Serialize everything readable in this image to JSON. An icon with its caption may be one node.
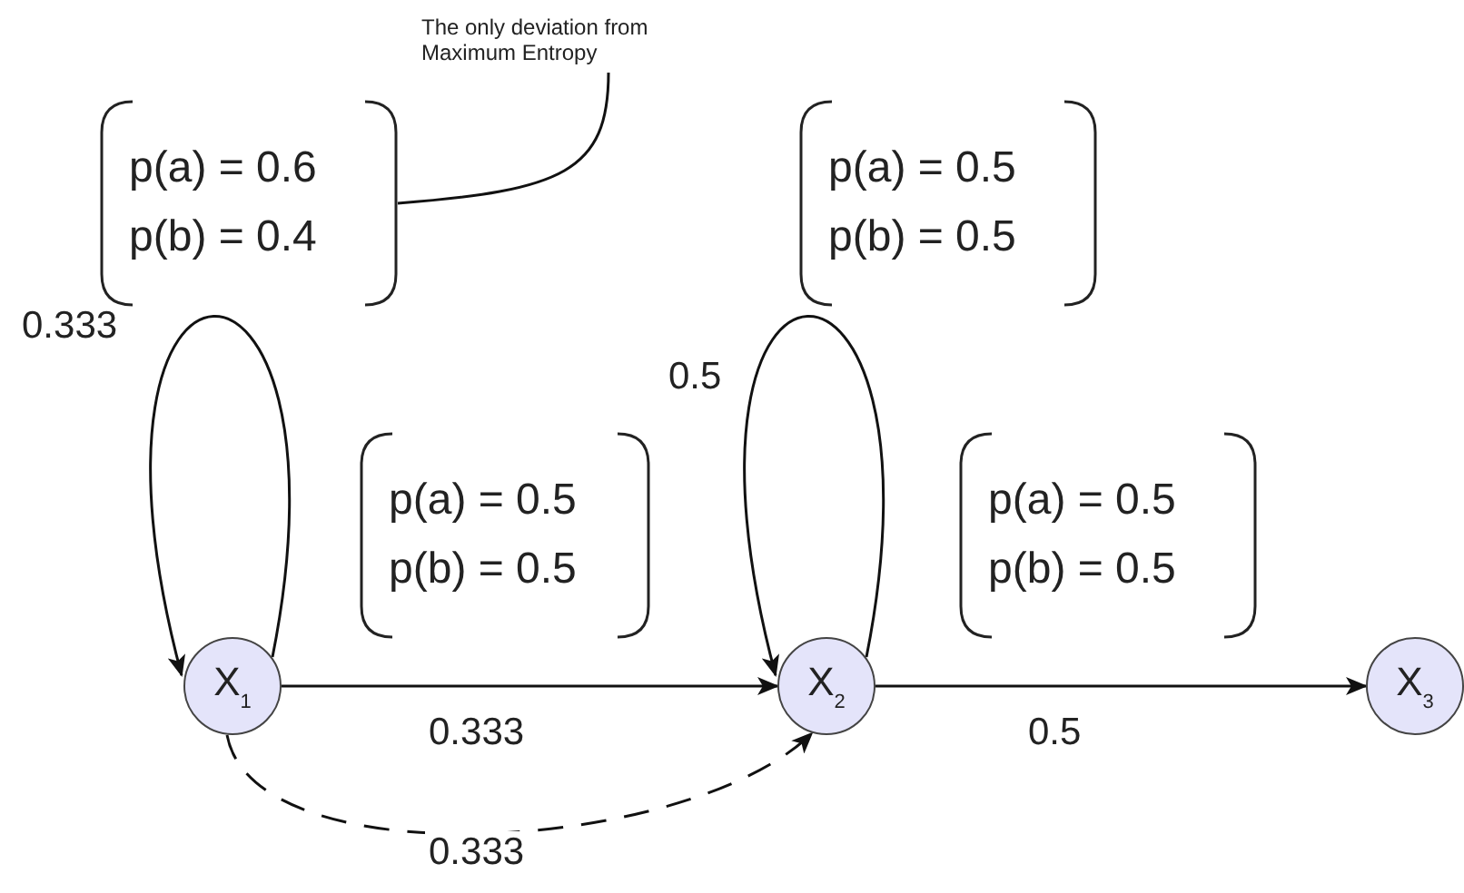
{
  "diagram": {
    "nodes": [
      {
        "text": [
          "X$_{1}$"
        ]
      },
      {
        "text": [
          "X$_{2}$"
        ]
      },
      {
        "text": [
          "X$_{3}$"
        ]
      },
      {
        "text": [
          "p(a) = 0.6",
          "p(b) = 0.4"
        ]
      },
      {
        "text": [
          "p(a) = 0.5",
          "p(b) = 0.5"
        ]
      },
      {
        "text": [
          "p(a) = 0.5",
          "p(b) = 0.5"
        ]
      },
      {
        "text": [
          "p(a) = 0.5",
          "p(b) = 0.5"
        ]
      },
      {
        "text": [
          "The only deviation from Maximum Entropy"
        ]
      }
    ],
    "edges": [
      {
        "from": 0,
        "to": 0,
        "arrow": "to",
        "label": "0.333"
      },
      {
        "from": 0,
        "to": 1,
        "arrow": "to",
        "label": "0.333"
      },
      {
        "from": 0,
        "to": 1,
        "arrow": "to",
        "label": "0.333",
        "style": "dashed"
      },
      {
        "from": 1,
        "to": 1,
        "arrow": "to",
        "label": "0.5"
      },
      {
        "from": 1,
        "to": 2,
        "arrow": "to",
        "label": "0.5"
      },
      {
        "from": 3,
        "to": 7,
        "arrow": "none"
      }
    ]
  }
}
